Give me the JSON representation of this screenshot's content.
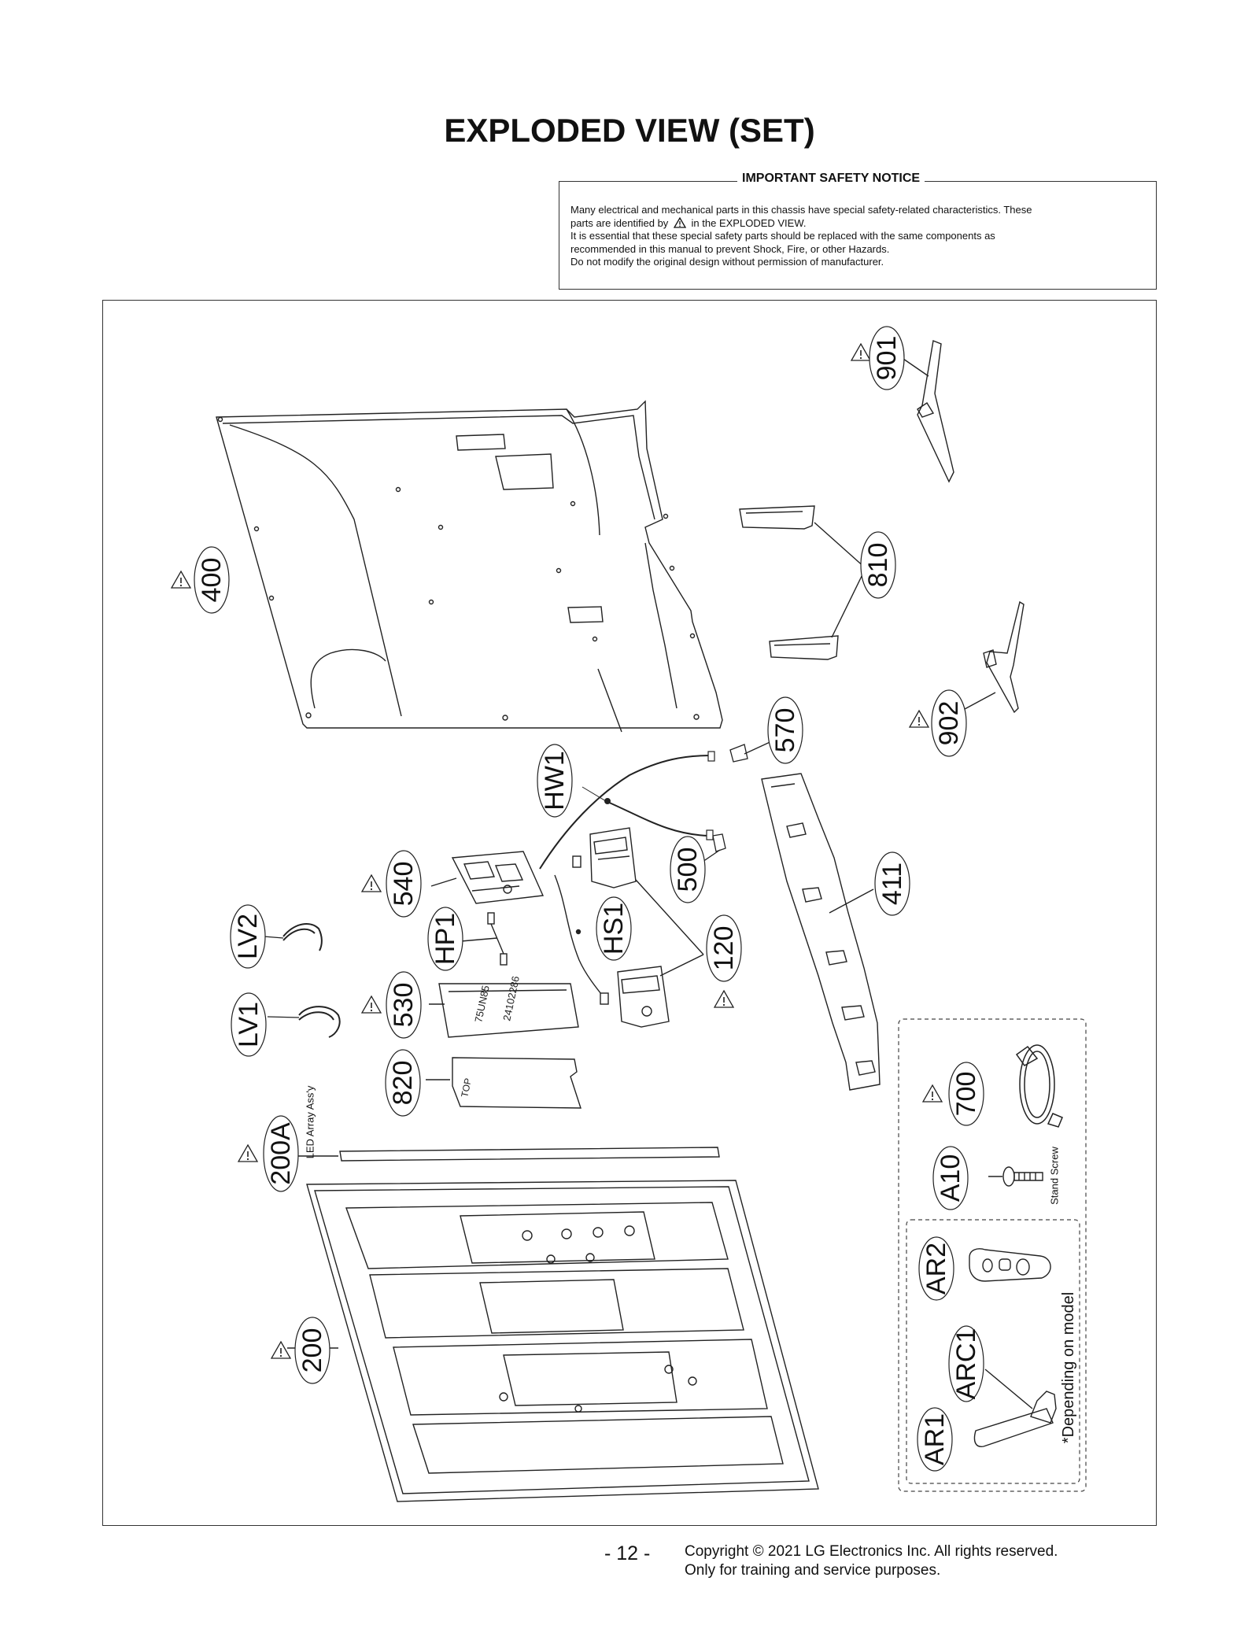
{
  "page_title": "EXPLODED VIEW (SET)",
  "notice": {
    "title": "IMPORTANT SAFETY NOTICE",
    "line1": "Many electrical and mechanical parts in this chassis have special safety-related characteristics. These",
    "line2a": "parts are identified by",
    "line2b": "in the EXPLODED VIEW.",
    "line3": "It is essential that these special safety parts should be replaced with the same components as",
    "line4": "recommended in this manual to prevent Shock, Fire, or other Hazards.",
    "line5": "Do not modify the original design without permission of manufacturer."
  },
  "parts": {
    "p901": "901",
    "p400": "400",
    "p810": "810",
    "p902": "902",
    "p570": "570",
    "pHW1": "HW1",
    "p500": "500",
    "p411": "411",
    "p540": "540",
    "pLV2": "LV2",
    "pHP1": "HP1",
    "pHS1": "HS1",
    "p120": "120",
    "pLV1": "LV1",
    "p530": "530",
    "p820": "820",
    "p700": "700",
    "p200A": "200A",
    "pA10": "A10",
    "pAR2": "AR2",
    "p200": "200",
    "pARC1": "ARC1",
    "pAR1": "AR1"
  },
  "annotations": {
    "led_array": "LED Array Ass'y",
    "stand_screw": "Stand Screw",
    "depending": "*Depending on model",
    "panel_text_1": "TOP",
    "board_text_1": "75UN85",
    "board_text_2": "24102286"
  },
  "footer": {
    "page_number": "- 12 -",
    "copyright": "Copyright © 2021 LG Electronics Inc. All rights reserved.",
    "training": "Only for training and service purposes."
  }
}
